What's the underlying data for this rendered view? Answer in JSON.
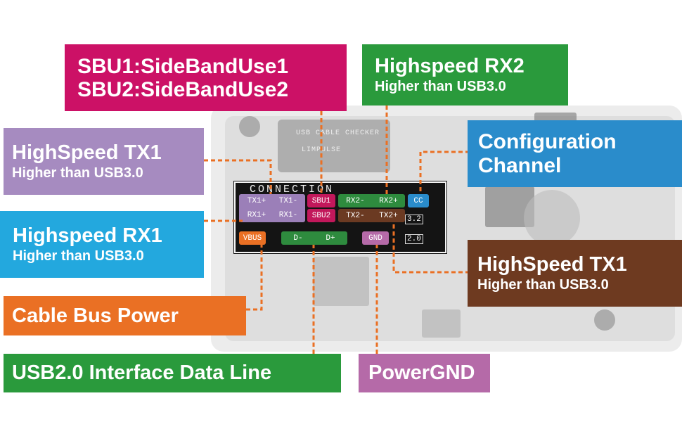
{
  "colors": {
    "magenta": "#cc1166",
    "lavender": "#a68bc0",
    "sky": "#23a8de",
    "orange": "#ea7024",
    "green": "#2a9a3c",
    "purple": "#b56aa8",
    "blue": "#2a8ccb",
    "brown": "#6e3a20",
    "leader": "#ea7024"
  },
  "board": {
    "oled_line1": "USB CABLE CHECKER",
    "oled_line2": "LIMPULSE",
    "panel_title": "CONNECTION",
    "version_32": "3.2",
    "version_20": "2.0",
    "pins": {
      "tx1p": "TX1+",
      "tx1m": "TX1-",
      "rx1p": "RX1+",
      "rx1m": "RX1-",
      "sbu1": "SBU1",
      "sbu2": "SBU2",
      "rx2m": "RX2-",
      "rx2p": "RX2+",
      "tx2m": "TX2-",
      "tx2p": "TX2+",
      "cc": "CC",
      "vbus": "VBUS",
      "dm": "D-",
      "dp": "D+",
      "gnd": "GND"
    }
  },
  "labels": {
    "sbu": {
      "line1": "SBU1:SideBandUse1",
      "line2": "SBU2:SideBandUse2"
    },
    "rx2": {
      "main": "Highspeed RX2",
      "sub": "Higher than USB3.0"
    },
    "tx1": {
      "main": "HighSpeed TX1",
      "sub": "Higher than USB3.0"
    },
    "cc": {
      "line1": "Configuration",
      "line2": "Channel"
    },
    "rx1": {
      "main": "Highspeed RX1",
      "sub": "Higher than USB3.0"
    },
    "tx2": {
      "main": "HighSpeed TX1",
      "sub": "Higher than USB3.0"
    },
    "vbus": {
      "main": "Cable Bus Power"
    },
    "usb2": {
      "main": "USB2.0 Interface Data Line"
    },
    "gnd": {
      "main": "PowerGND"
    }
  }
}
